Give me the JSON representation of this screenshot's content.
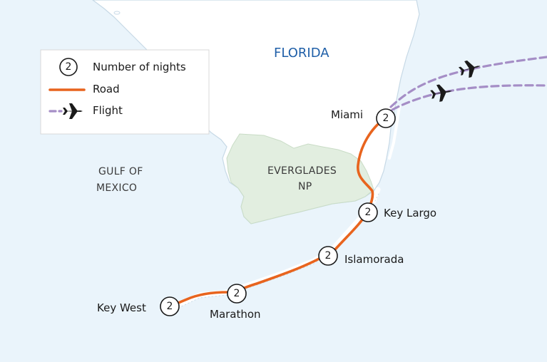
{
  "map": {
    "region_labels": {
      "florida": "FLORIDA",
      "gulf_line1": "GULF OF",
      "gulf_line2": "MEXICO",
      "everglades_line1": "EVERGLADES",
      "everglades_line2": "NP"
    },
    "stops": [
      {
        "name": "Miami",
        "nights": "2"
      },
      {
        "name": "Key Largo",
        "nights": "2"
      },
      {
        "name": "Islamorada",
        "nights": "2"
      },
      {
        "name": "Marathon",
        "nights": "2"
      },
      {
        "name": "Key West",
        "nights": "2"
      }
    ],
    "colors": {
      "sea": "#eaf4fb",
      "land": "#ffffff",
      "park": "#e2eee0",
      "road": "#e8641e",
      "flight": "#a58ec6"
    }
  },
  "legend": {
    "nights_sample": "2",
    "nights_label": "Number of nights",
    "road_label": "Road",
    "flight_label": "Flight",
    "plane_icon": "airplane-icon"
  }
}
